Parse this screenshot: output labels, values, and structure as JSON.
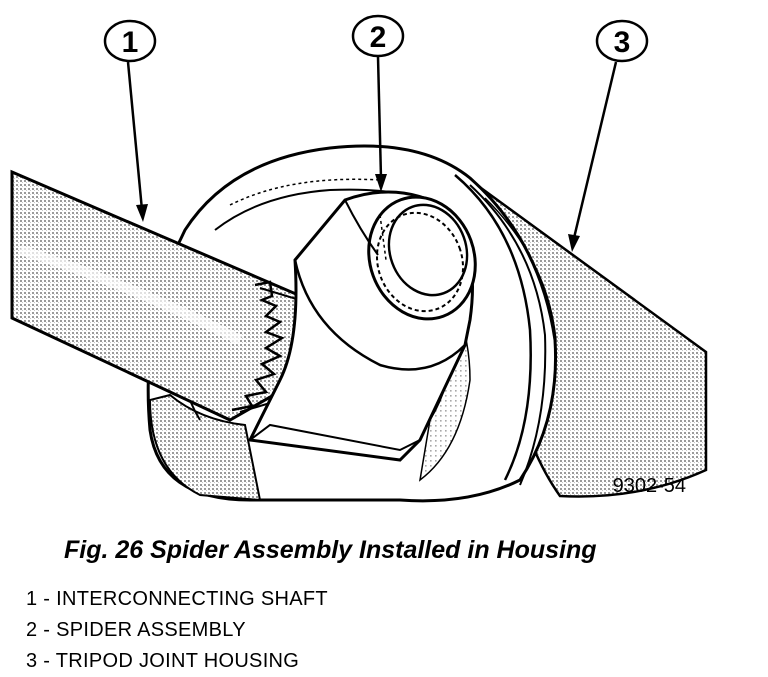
{
  "figure": {
    "caption": "Fig. 26 Spider Assembly Installed in Housing",
    "code": "9302-54",
    "callouts": [
      "1",
      "2",
      "3"
    ],
    "legend": [
      "1 - INTERCONNECTING SHAFT",
      "2 - SPIDER ASSEMBLY",
      "3 - TRIPOD JOINT HOUSING"
    ]
  },
  "colors": {
    "line": "#000000",
    "shade": "#bdbdbd",
    "background": "#ffffff"
  }
}
